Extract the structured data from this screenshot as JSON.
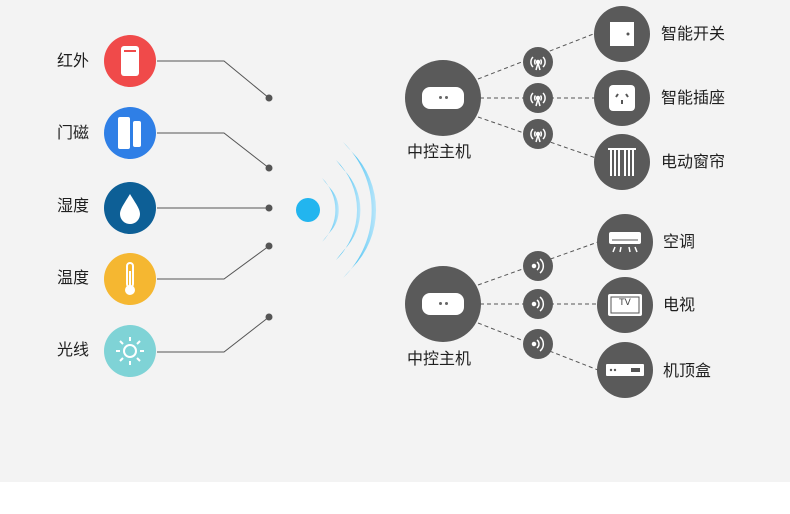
{
  "sensors": [
    {
      "label": "红外",
      "color": "#f04a4a",
      "icon": "infrared-sensor-icon"
    },
    {
      "label": "门磁",
      "color": "#2f7fe6",
      "icon": "door-sensor-icon"
    },
    {
      "label": "湿度",
      "color": "#0d5f96",
      "icon": "water-drop-icon"
    },
    {
      "label": "温度",
      "color": "#f5b731",
      "icon": "thermometer-icon"
    },
    {
      "label": "光线",
      "color": "#7fd3d6",
      "icon": "sun-icon"
    }
  ],
  "hubs": [
    {
      "label": "中控主机",
      "signal_icon": "wifi-signal-icon",
      "devices": [
        {
          "label": "智能开关",
          "icon": "switch-icon"
        },
        {
          "label": "智能插座",
          "icon": "socket-icon"
        },
        {
          "label": "电动窗帘",
          "icon": "curtain-icon"
        }
      ]
    },
    {
      "label": "中控主机",
      "signal_icon": "infrared-signal-icon",
      "devices": [
        {
          "label": "空调",
          "icon": "air-conditioner-icon"
        },
        {
          "label": "电视",
          "icon": "tv-icon",
          "screen_text": "TV"
        },
        {
          "label": "机顶盒",
          "icon": "set-top-box-icon"
        }
      ]
    }
  ],
  "colors": {
    "wireless": "#3bb6ee",
    "node": "#5a5a5a",
    "line": "#555555"
  }
}
